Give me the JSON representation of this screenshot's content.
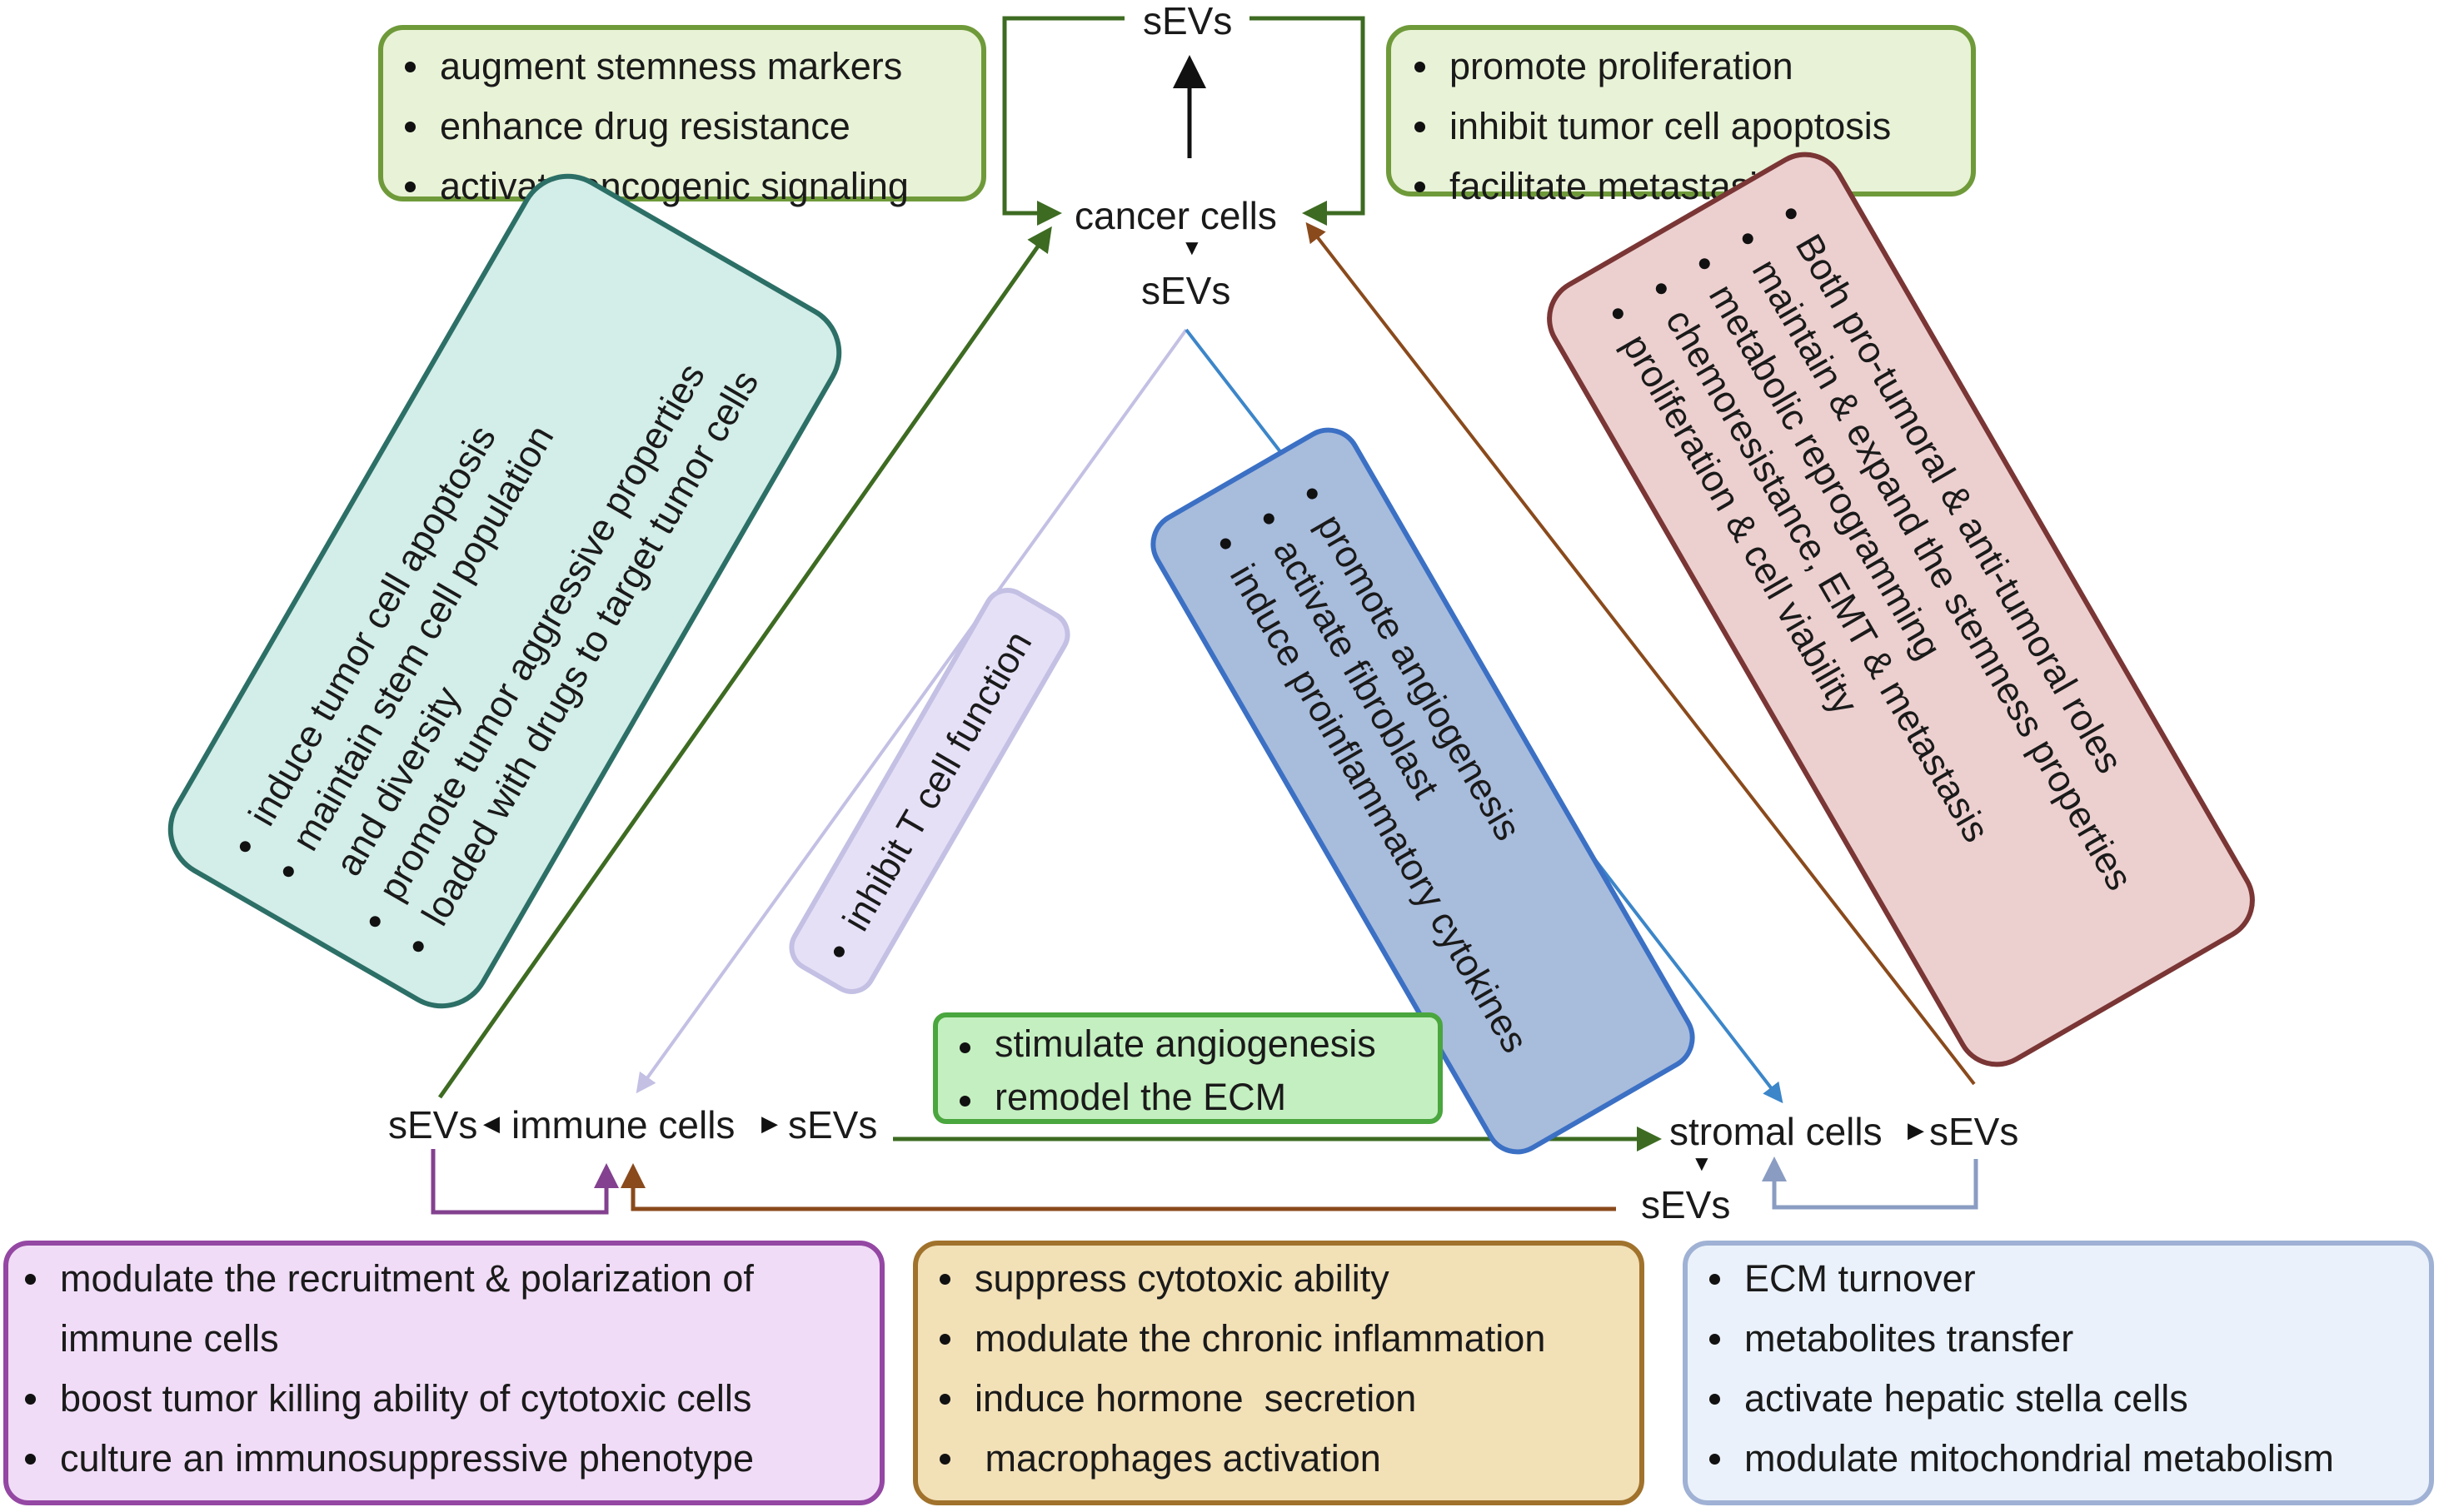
{
  "colors": {
    "green_dark": "#3d6b22",
    "brown": "#8a4a1c",
    "light_purple": "#c3c0e4",
    "blue": "#3c86c9",
    "purple": "#83418f",
    "slate_blue": "#8a9cc2"
  },
  "nodes": {
    "sevs": "sEVs",
    "cancer_cells": "cancer cells",
    "immune_cells": "immune cells",
    "stromal_cells": "stromal cells"
  },
  "boxes": {
    "stemness": {
      "items": [
        "augment stemness markers",
        "enhance drug resistance",
        "activate oncogenic signaling"
      ]
    },
    "proliferation": {
      "items": [
        "promote proliferation",
        "inhibit tumor cell apoptosis",
        "facilitate metastasis"
      ]
    },
    "immune_to_cancer": {
      "items": [
        "induce tumor cell apoptosis",
        "maintain stem cell population and diversity",
        "promote  tumor aggressive properties",
        "loaded with drugs to target tumor cells"
      ]
    },
    "stromal_to_cancer": {
      "items": [
        "Both pro-tumoral & anti-tumoral roles",
        "maintain & expand the stemness properties",
        "metabolic reprogramming",
        "chemoresistance, EMT & metastasis",
        "proliferation & cell viability"
      ]
    },
    "cancer_to_immune": {
      "items": [
        "inhibit T cell function"
      ]
    },
    "cancer_to_stromal": {
      "items": [
        "promote angiogenesis",
        "activate fibroblast",
        "induce proinflammatory cytokines"
      ]
    },
    "immune_to_stromal": {
      "items": [
        "stimulate angiogenesis",
        "remodel the ECM"
      ]
    },
    "immune_self": {
      "items": [
        "modulate the recruitment & polarization of immune cells",
        "boost tumor killing ability of cytotoxic cells",
        "culture an immunosuppressive phenotype"
      ]
    },
    "stromal_to_immune": {
      "items": [
        "suppress cytotoxic ability",
        "modulate the chronic inflammation",
        "induce hormone  secretion",
        " macrophages activation"
      ]
    },
    "stromal_self": {
      "items": [
        "ECM turnover",
        "metabolites transfer",
        "activate hepatic stella cells",
        "modulate mitochondrial metabolism"
      ]
    }
  }
}
